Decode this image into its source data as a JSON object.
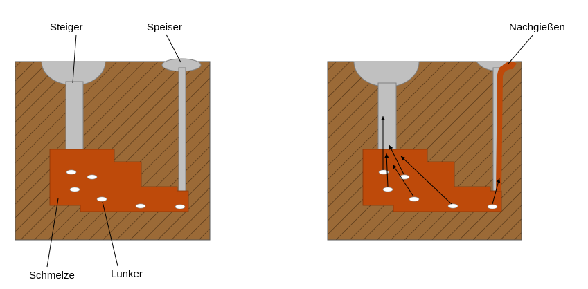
{
  "labels": {
    "steiger": "Steiger",
    "speiser": "Speiser",
    "schmelze": "Schmelze",
    "lunker": "Lunker",
    "nachgiessen": "Nachgießen"
  },
  "colors": {
    "mold": "#9B6A37",
    "hatch": "#4a2f14",
    "border": "#555555",
    "melt": "#BE4A0A",
    "gray_metal": "#C0C0C0",
    "void": "#FFFFFF",
    "arrow": "#000000"
  }
}
